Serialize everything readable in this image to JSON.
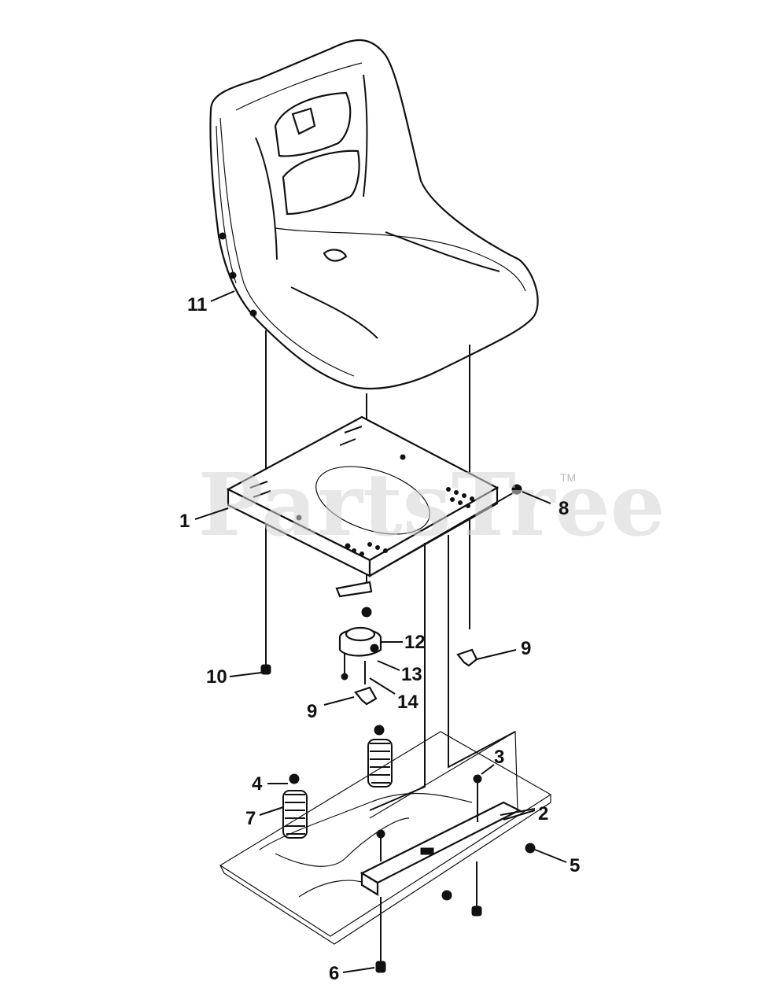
{
  "watermark": {
    "brand": "PartsTree",
    "trademark": "TM"
  },
  "callouts": [
    {
      "id": "11",
      "label": "11"
    },
    {
      "id": "1",
      "label": "1"
    },
    {
      "id": "8",
      "label": "8"
    },
    {
      "id": "12",
      "label": "12"
    },
    {
      "id": "9a",
      "label": "9"
    },
    {
      "id": "10",
      "label": "10"
    },
    {
      "id": "13",
      "label": "13"
    },
    {
      "id": "14",
      "label": "14"
    },
    {
      "id": "9b",
      "label": "9"
    },
    {
      "id": "3",
      "label": "3"
    },
    {
      "id": "4",
      "label": "4"
    },
    {
      "id": "2",
      "label": "2"
    },
    {
      "id": "7",
      "label": "7"
    },
    {
      "id": "5",
      "label": "5"
    },
    {
      "id": "6",
      "label": "6"
    }
  ]
}
